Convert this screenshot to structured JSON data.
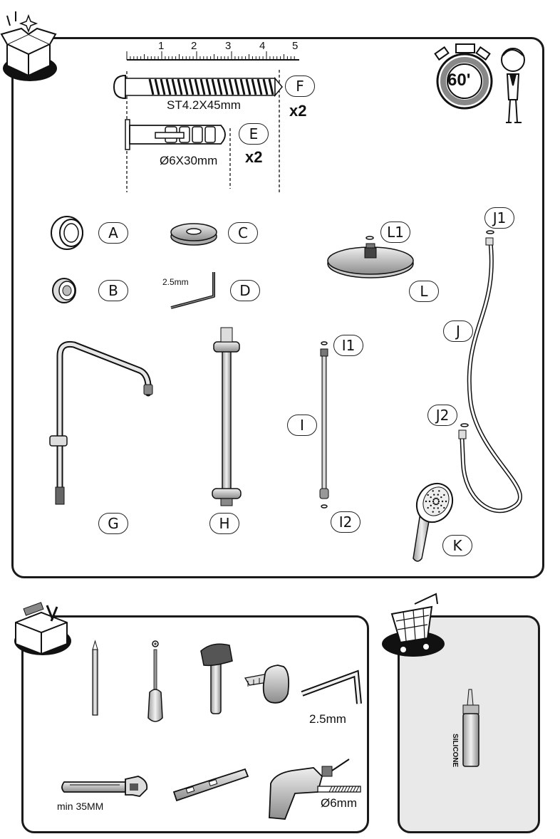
{
  "parts": {
    "ruler_ticks": [
      "1",
      "2",
      "3",
      "4",
      "5"
    ],
    "screw_spec": "ST4.2X45mm",
    "screw_qty": "x2",
    "plug_spec": "Ø6X30mm",
    "plug_qty": "x2",
    "hex_key_size": "2.5mm",
    "time_badge": "60'",
    "labels": {
      "A": "A",
      "B": "B",
      "C": "C",
      "D": "D",
      "E": "E",
      "F": "F",
      "G": "G",
      "H": "H",
      "I": "I",
      "I1": "I1",
      "I2": "I2",
      "J": "J",
      "J1": "J1",
      "J2": "J2",
      "K": "K",
      "L": "L",
      "L1": "L1"
    }
  },
  "tools": {
    "hex_key_size": "2.5mm",
    "wrench_min": "min 35MM",
    "drill_bit": "Ø6mm"
  },
  "to_buy": {
    "silicone_label": "SILICONE"
  },
  "colors": {
    "border": "#1a1a1a",
    "buy_panel_bg": "#e9e9e9",
    "metal": "#bdbdbd"
  }
}
